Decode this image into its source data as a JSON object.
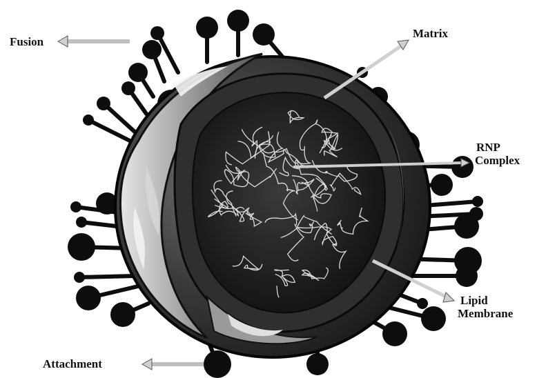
{
  "labels": {
    "fusion": "Fusion",
    "matrix": "Matrix",
    "rnp_line1": "RNP",
    "rnp_line2": "Complex",
    "lipid_line1": "Lipid",
    "lipid_line2": "Membrane",
    "attachment": "Attachment"
  },
  "colors": {
    "background": "#ffffff",
    "virus_body": "#2a2a2a",
    "interior": "#1a1a1a",
    "network": "#e8e8e8",
    "spike": "#111111",
    "arrow": "#cccccc"
  }
}
